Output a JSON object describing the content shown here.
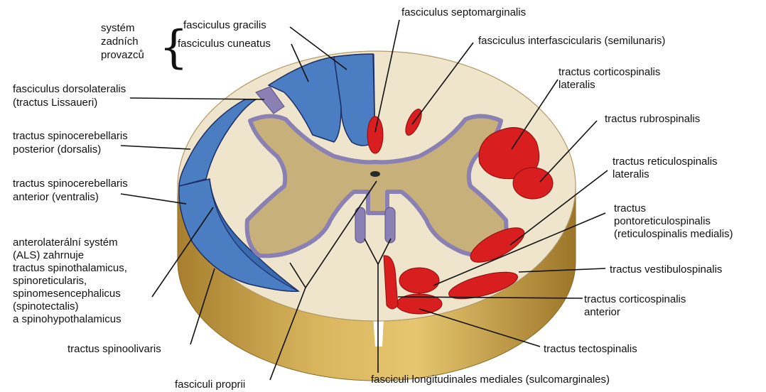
{
  "colors": {
    "background": "#ffffff",
    "white_matter": "#efe5cc",
    "grey_matter": "#c7b07a",
    "grey_border": "#8a80b4",
    "posterior_columns_blue": "#4a7dc1",
    "spinocerebellar_blue": "#4a7dc1",
    "descending_tracts_red": "#d81e1e",
    "section_side_gold": "#c8a04a",
    "central_canal": "#2a2a2a"
  },
  "labels": {
    "group_line1": "systém",
    "group_line2": "zadních",
    "group_line3": "provazců",
    "fasciculus_gracilis": "fasciculus gracilis",
    "fasciculus_cuneatus": "fasciculus cuneatus",
    "fasciculus_septomarginalis": "fasciculus septomarginalis",
    "fasciculus_interfascicularis": "fasciculus interfascicularis (semilunaris)",
    "dorsolateralis_line1": "fasciculus dorsolateralis",
    "dorsolateralis_line2": "(tractus Lissaueri)",
    "corticospinalis_lat_line1": "tractus corticospinalis",
    "corticospinalis_lat_line2": "lateralis",
    "rubrospinalis": "tractus rubrospinalis",
    "spinocerebellaris_post_line1": "tractus spinocerebellaris",
    "spinocerebellaris_post_line2": "posterior (dorsalis)",
    "reticulospinalis_lat_line1": "tractus reticulospinalis",
    "reticulospinalis_lat_line2": "lateralis",
    "spinocerebellaris_ant_line1": "tractus spinocerebellaris",
    "spinocerebellaris_ant_line2": "anterior (ventralis)",
    "pontoreticulospinalis_line1": "tractus",
    "pontoreticulospinalis_line2": "pontoreticulospinalis",
    "pontoreticulospinalis_line3": "(reticulospinalis medialis)",
    "als_line1": "anterolaterální systém",
    "als_line2": "(ALS) zahrnuje",
    "als_line3": "tractus spinothalamicus,",
    "als_line4": "spinoreticularis,",
    "als_line5": "spinomesencephalicus",
    "als_line6": "(spinotectalis)",
    "als_line7": "a spinohypothalamicus",
    "vestibulospinalis": "tractus vestibulospinalis",
    "corticospinalis_ant_line1": "tractus corticospinalis",
    "corticospinalis_ant_line2": "anterior",
    "spinoolivaris": "tractus spinoolivaris",
    "tectospinalis": "tractus tectospinalis",
    "fasciculi_proprii": "fasciculi proprii",
    "fasciculi_longitudinales": "fasciculi longitudinales mediales (sulcomarginales)",
    "brace": "{"
  }
}
